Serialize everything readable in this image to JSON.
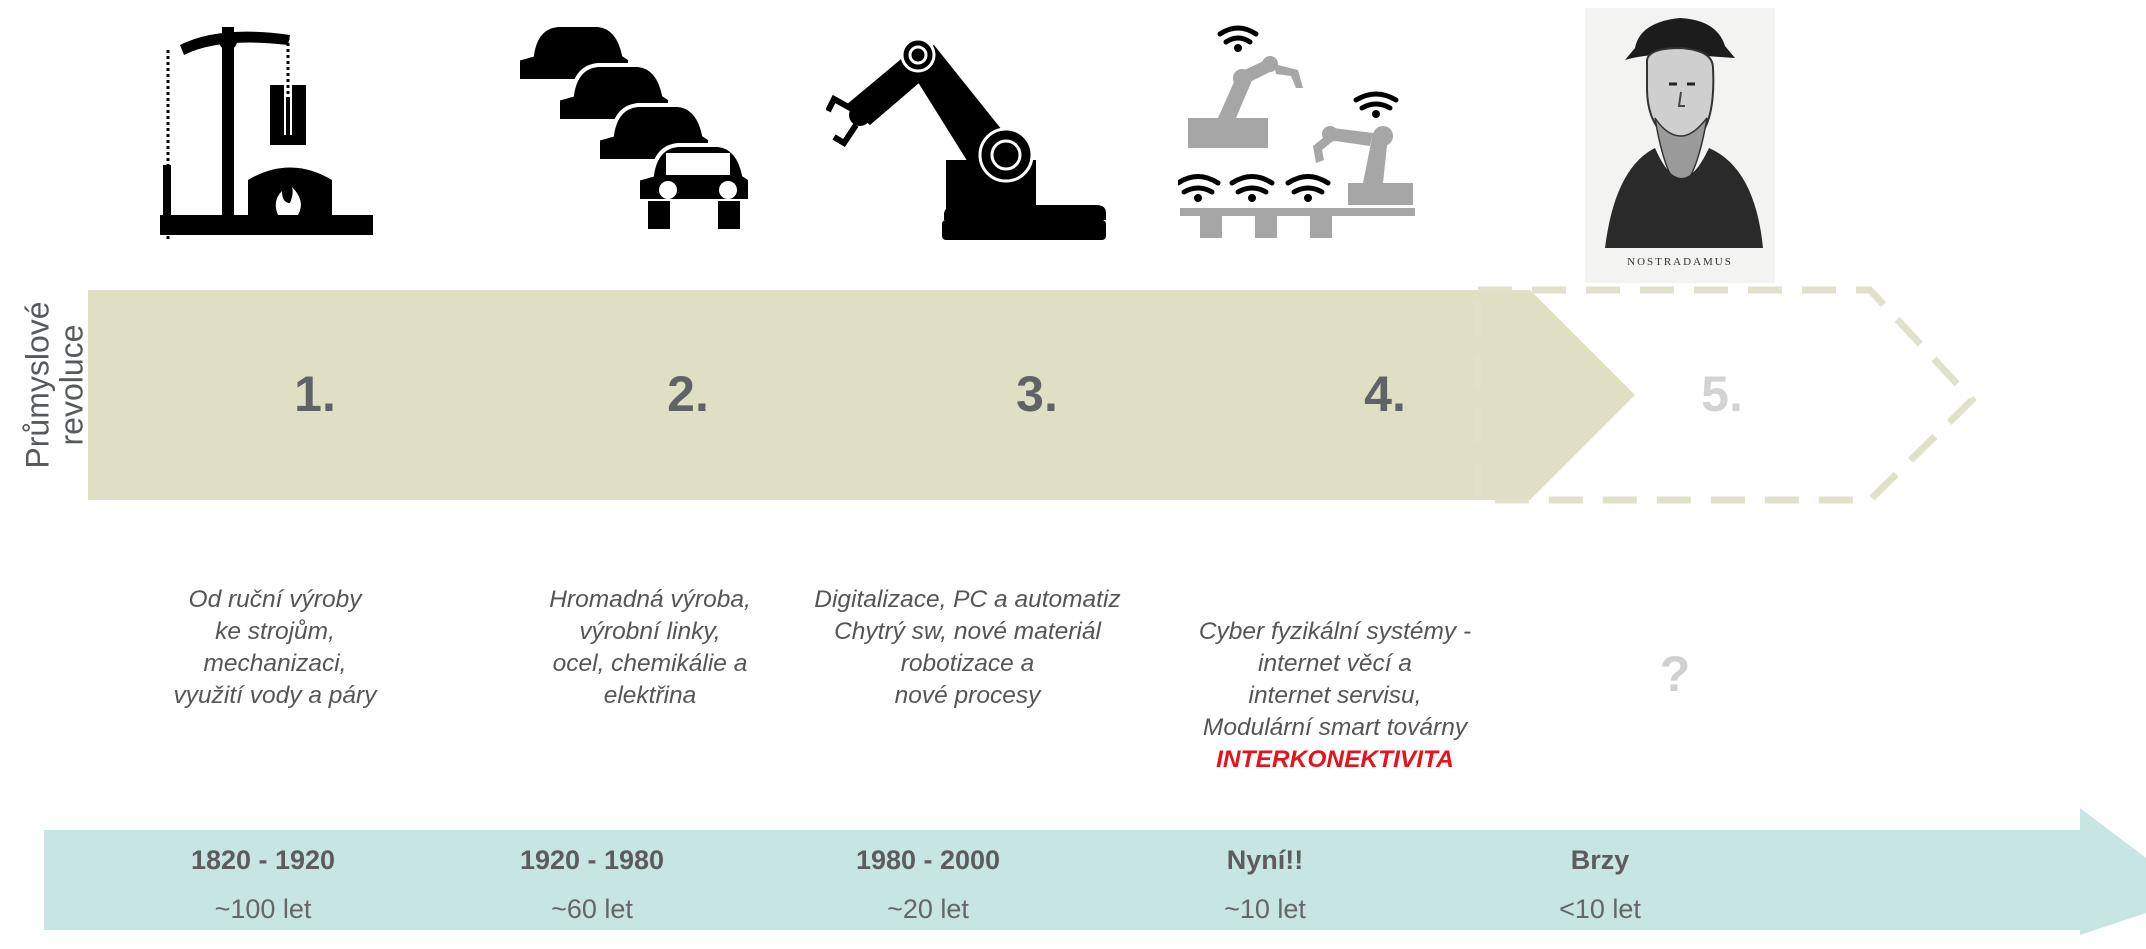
{
  "side_label": {
    "line1": "Průmyslové",
    "line2": "revoluce"
  },
  "revolutions": [
    {
      "number": "1.",
      "icon": "steam-engine-icon"
    },
    {
      "number": "2.",
      "icon": "assembly-cars-icon"
    },
    {
      "number": "3.",
      "icon": "robot-arm-icon"
    },
    {
      "number": "4.",
      "icon": "connected-robots-icon"
    },
    {
      "number": "5.",
      "icon": "nostradamus-portrait"
    }
  ],
  "portrait_caption": "NOSTRADAMUS",
  "descriptions": [
    "Od ruční výroby\nke strojům,\nmechanizaci,\nvyužití vody a páry",
    "Hromadná výroba,\nvýrobní linky,\nocel, chemikálie a\nelektřina",
    "Digitalizace, PC a automatiz\nChytrý sw, nové materiál\nrobotizace a\nnové procesy",
    "Cyber fyzikální systémy -\ninternet věcí a\ninternet servisu,\nModulární smart továrny",
    "?"
  ],
  "highlight": "INTERKONEKTIVITA",
  "timeline": [
    {
      "period": "1820 - 1920",
      "duration": "~100 let"
    },
    {
      "period": "1920 - 1980",
      "duration": "~60 let"
    },
    {
      "period": "1980 - 2000",
      "duration": "~20 let"
    },
    {
      "period": "Nyní!!",
      "duration": "~10 let"
    },
    {
      "period": "Brzy",
      "duration": "<10 let"
    }
  ],
  "colors": {
    "revolution_band": "#dfdfc4",
    "timeline_band": "#c6e5e3",
    "highlight": "#e8121c",
    "gray_icon": "#a6a6a6"
  }
}
